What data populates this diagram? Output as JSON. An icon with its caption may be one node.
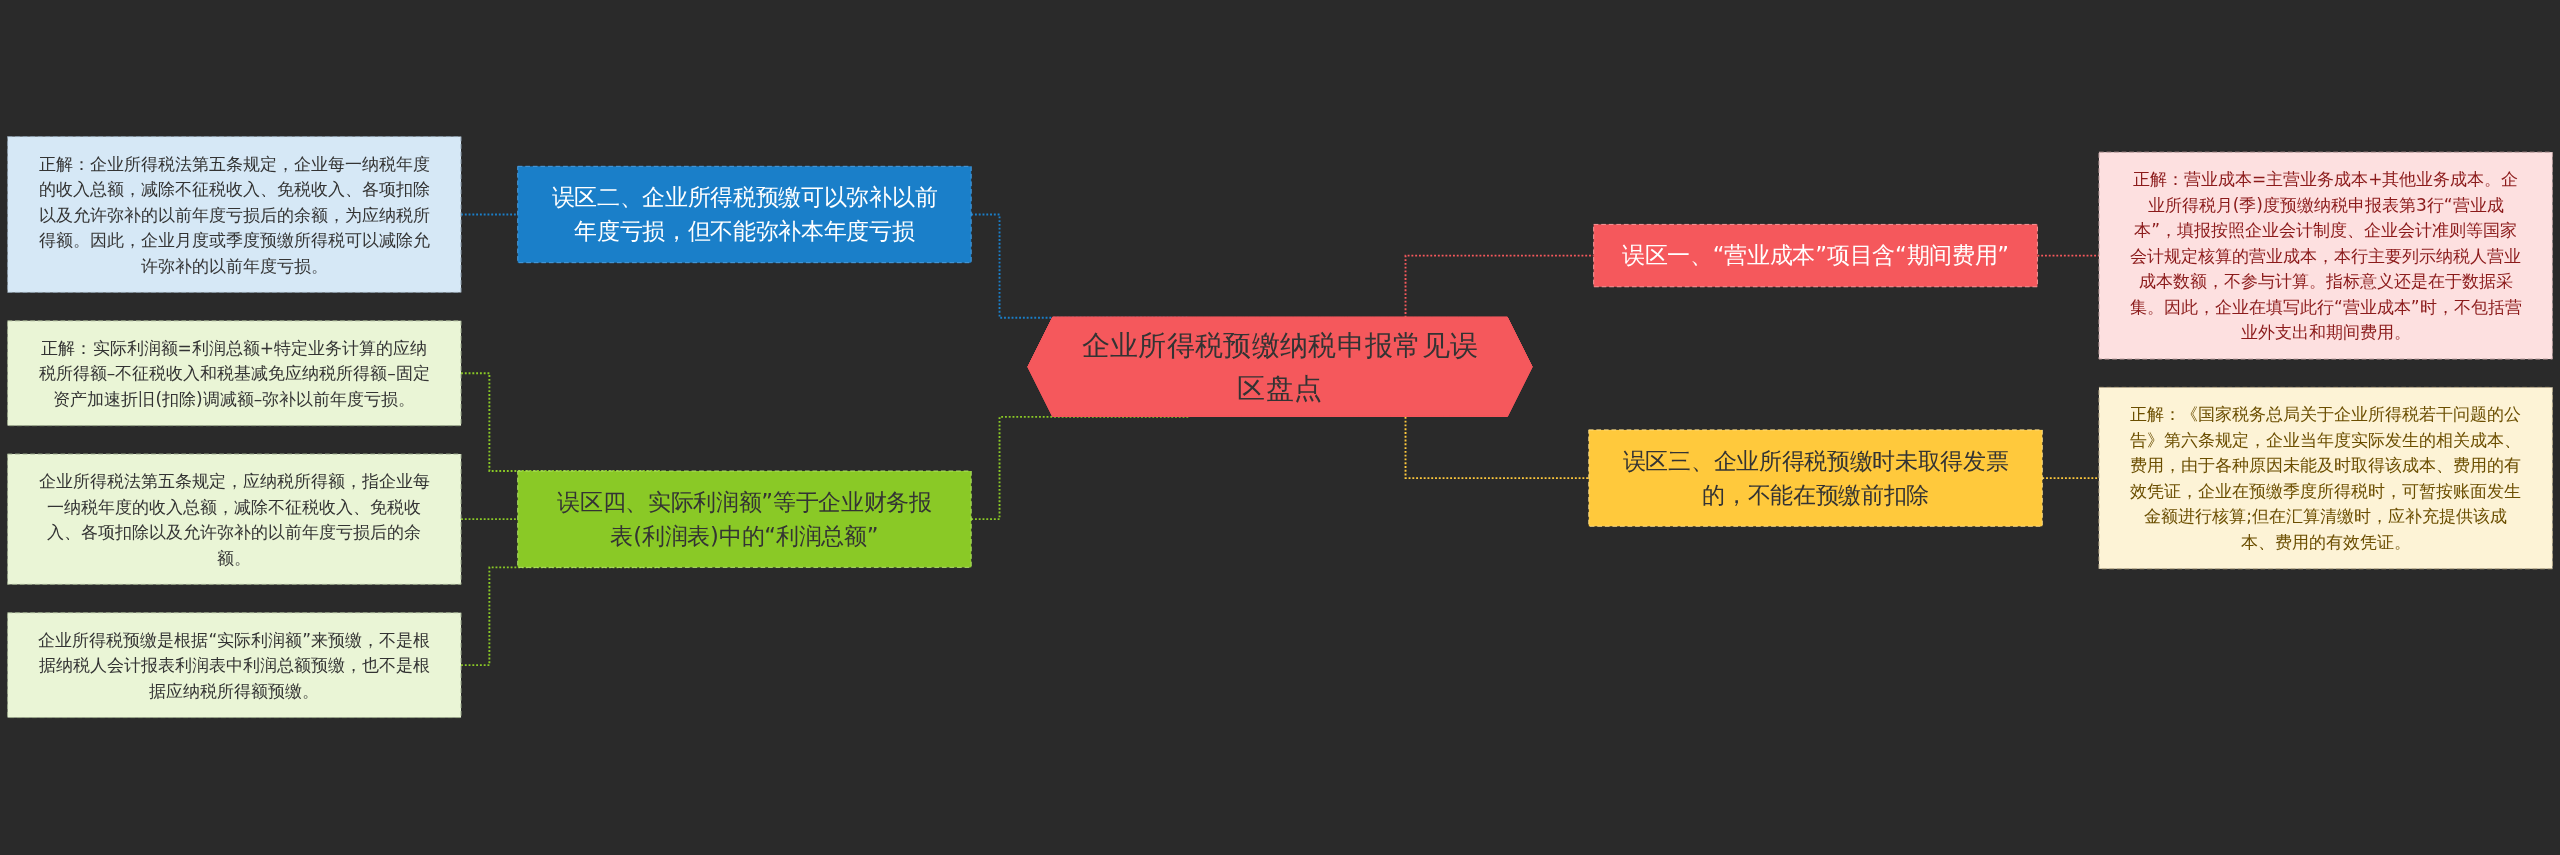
{
  "diagram": {
    "nodes": [
      {
        "text": [
          "企业所得税预缴纳税申报常见误区盘点"
        ]
      },
      {
        "text": [
          "误区二、企业所得税预缴可以弥补以前年度亏损，但不能弥补本年度亏损"
        ]
      },
      {
        "text": [
          "正解：企业所得税法第五条规定，企业每一纳税年度的收入总额，减除不征税收入、免税收入、各项扣除以及允许弥补的以前年度亏损后的余额，为应纳税所得额。因此，企业月度或季度预缴所得税可以减除允许弥补的以前年度亏损。"
        ]
      },
      {
        "text": [
          "误区四、实际利润额”等于企业财务报表(利润表)中的“利润总额”"
        ]
      },
      {
        "text": [
          "正解：实际利润额=利润总额+特定业务计算的应纳税所得额–不征税收入和税基减免应纳税所得额–固定资产加速折旧(扣除)调减额–弥补以前年度亏损。"
        ]
      },
      {
        "text": [
          "企业所得税法第五条规定，应纳税所得额，指企业每一纳税年度的收入总额，减除不征税收入、免税收入、各项扣除以及允许弥补的以前年度亏损后的余额。"
        ]
      },
      {
        "text": [
          "企业所得税预缴是根据“实际利润额”来预缴，不是根据纳税人会计报表利润表中利润总额预缴，也不是根据应纳税所得额预缴。"
        ]
      },
      {
        "text": [
          "误区一、“营业成本”项目含“期间费用”"
        ]
      },
      {
        "text": [
          "正解：营业成本=主营业务成本+其他业务成本。企业所得税月(季)度预缴纳税申报表第3行“营业成本”，填报按照企业会计制度、企业会计准则等国家会计规定核算的营业成本，本行主要列示纳税人营业成本数额，不参与计算。指标意义还是在于数据采集。因此，企业在填写此行“营业成本”时，不包括营业外支出和期间费用。"
        ]
      },
      {
        "text": [
          "误区三、企业所得税预缴时未取得发票的，不能在预缴前扣除"
        ]
      },
      {
        "text": [
          "正解：《国家税务总局关于企业所得税若干问题的公告》第六条规定，企业当年度实际发生的相关成本、费用，由于各种原因未能及时取得该成本、费用的有效凭证，企业在预缴季度所得税时，可暂按账面发生金额进行核算;但在汇算清缴时，应补充提供该成本、费用的有效凭证。"
        ]
      }
    ],
    "edges": [
      {
        "from": 2,
        "to": 1,
        "arrow": "none",
        "style": "dashed",
        "color": "#1a7fc9"
      },
      {
        "from": 1,
        "to": 0,
        "arrow": "none",
        "style": "dashed",
        "color": "#1a7fc9"
      },
      {
        "from": 4,
        "to": 3,
        "arrow": "none",
        "style": "dashed",
        "color": "#8ac926"
      },
      {
        "from": 5,
        "to": 3,
        "arrow": "none",
        "style": "dashed",
        "color": "#8ac926"
      },
      {
        "from": 6,
        "to": 3,
        "arrow": "none",
        "style": "dashed",
        "color": "#8ac926"
      },
      {
        "from": 3,
        "to": 0,
        "arrow": "none",
        "style": "dashed",
        "color": "#8ac926"
      },
      {
        "from": 0,
        "to": 7,
        "arrow": "none",
        "style": "dashed",
        "color": "#f5585c"
      },
      {
        "from": 7,
        "to": 8,
        "arrow": "none",
        "style": "dashed",
        "color": "#f5585c"
      },
      {
        "from": 0,
        "to": 9,
        "arrow": "none",
        "style": "dashed",
        "color": "#ffc93c"
      },
      {
        "from": 9,
        "to": 10,
        "arrow": "none",
        "style": "dashed",
        "color": "#ffc93c"
      }
    ]
  }
}
